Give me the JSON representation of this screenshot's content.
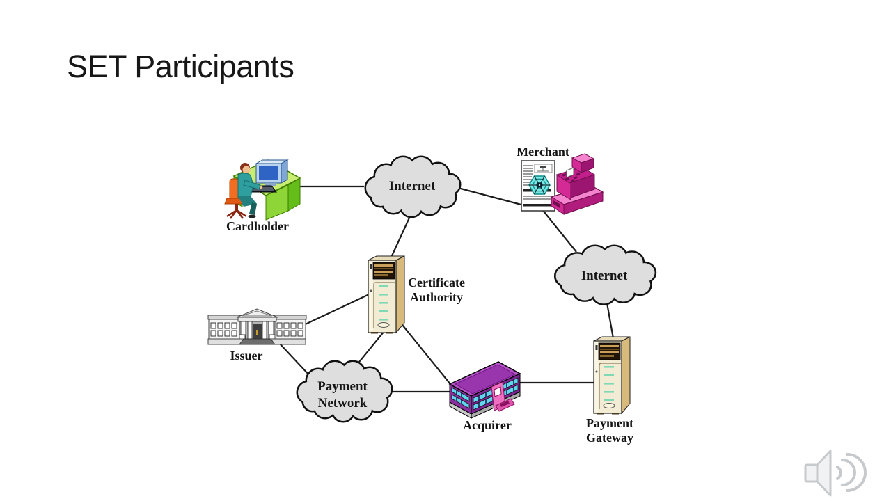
{
  "slide": {
    "title": "SET Participants",
    "background": "#ffffff"
  },
  "diagram": {
    "nodes": [
      {
        "id": "cardholder",
        "label": "Cardholder",
        "icon": "person-at-computer-desk"
      },
      {
        "id": "internet-top",
        "label": "Internet",
        "icon": "network-cloud"
      },
      {
        "id": "merchant",
        "label": "Merchant",
        "icon": "web-page-and-cash-register"
      },
      {
        "id": "certificate-authority",
        "label_lines": [
          "Certificate",
          "Authority"
        ],
        "icon": "server-tower"
      },
      {
        "id": "internet-right",
        "label": "Internet",
        "icon": "network-cloud"
      },
      {
        "id": "issuer",
        "label": "Issuer",
        "icon": "bank-building"
      },
      {
        "id": "payment-network",
        "label_lines": [
          "Payment",
          "Network"
        ],
        "icon": "network-cloud"
      },
      {
        "id": "acquirer",
        "label": "Acquirer",
        "icon": "office-building-with-atm"
      },
      {
        "id": "payment-gateway",
        "label_lines": [
          "Payment",
          "Gateway"
        ],
        "icon": "server-tower"
      }
    ],
    "edges": [
      {
        "from": "cardholder",
        "to": "internet-top"
      },
      {
        "from": "internet-top",
        "to": "merchant"
      },
      {
        "from": "internet-top",
        "to": "certificate-authority"
      },
      {
        "from": "merchant",
        "to": "internet-right"
      },
      {
        "from": "internet-right",
        "to": "payment-gateway"
      },
      {
        "from": "issuer",
        "to": "certificate-authority"
      },
      {
        "from": "issuer",
        "to": "payment-network"
      },
      {
        "from": "certificate-authority",
        "to": "payment-network"
      },
      {
        "from": "certificate-authority",
        "to": "acquirer"
      },
      {
        "from": "payment-network",
        "to": "acquirer"
      },
      {
        "from": "acquirer",
        "to": "payment-gateway"
      }
    ],
    "colors": {
      "cloud_fill": "#dedede",
      "edge_line": "#1b1b1b",
      "server_front": "#f2ecd4",
      "server_side": "#d9ba7d",
      "server_slot_teal": "#7fd9b5",
      "desk_green": "#8ed637",
      "chair_orange": "#f26d1f",
      "shirt_teal": "#2f9e9e",
      "register_magenta": "#d42a96",
      "acquirer_purple": "#8a2f9e",
      "window_cyan": "#5fd6ee",
      "web_cyan": "#7ae8e4"
    }
  },
  "icons": {
    "audio": "speaker-with-sound-waves"
  }
}
